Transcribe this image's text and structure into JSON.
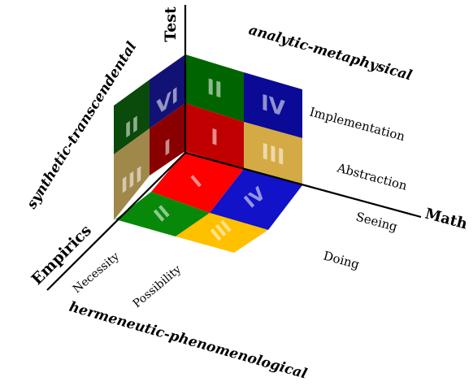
{
  "axes": {
    "test": "Test",
    "math": "Math",
    "empirics": "Empirics"
  },
  "face_titles": {
    "back": "analytic-metaphysical",
    "left": "synthetic-transcendental",
    "bottom": "hermeneutic-phenomenological"
  },
  "row_labels": {
    "implementation": "Implementation",
    "abstraction": "Abstraction",
    "seeing": "Seeing",
    "doing": "Doing",
    "necessity": "Necessity",
    "possibility": "Possibility"
  },
  "numerals": {
    "back_top_left": "II",
    "back_top_right": "IV",
    "back_bottom_left": "I",
    "back_bottom_right": "III",
    "left_top_back": "VI",
    "left_top_front": "II",
    "left_bottom_back": "I",
    "left_bottom_front": "III",
    "floor_back_left": "I",
    "floor_back_right": "IV",
    "floor_front_left": "II",
    "floor_front_right": "III"
  },
  "colors": {
    "green": "#0a7a0a",
    "blue": "#0a0aa0",
    "red": "#d40000",
    "gold": "#d9b44a",
    "bright_red": "#ff0000",
    "bright_blue": "#1a1ad0",
    "bright_green": "#0a900a",
    "yellow": "#ffc000"
  }
}
